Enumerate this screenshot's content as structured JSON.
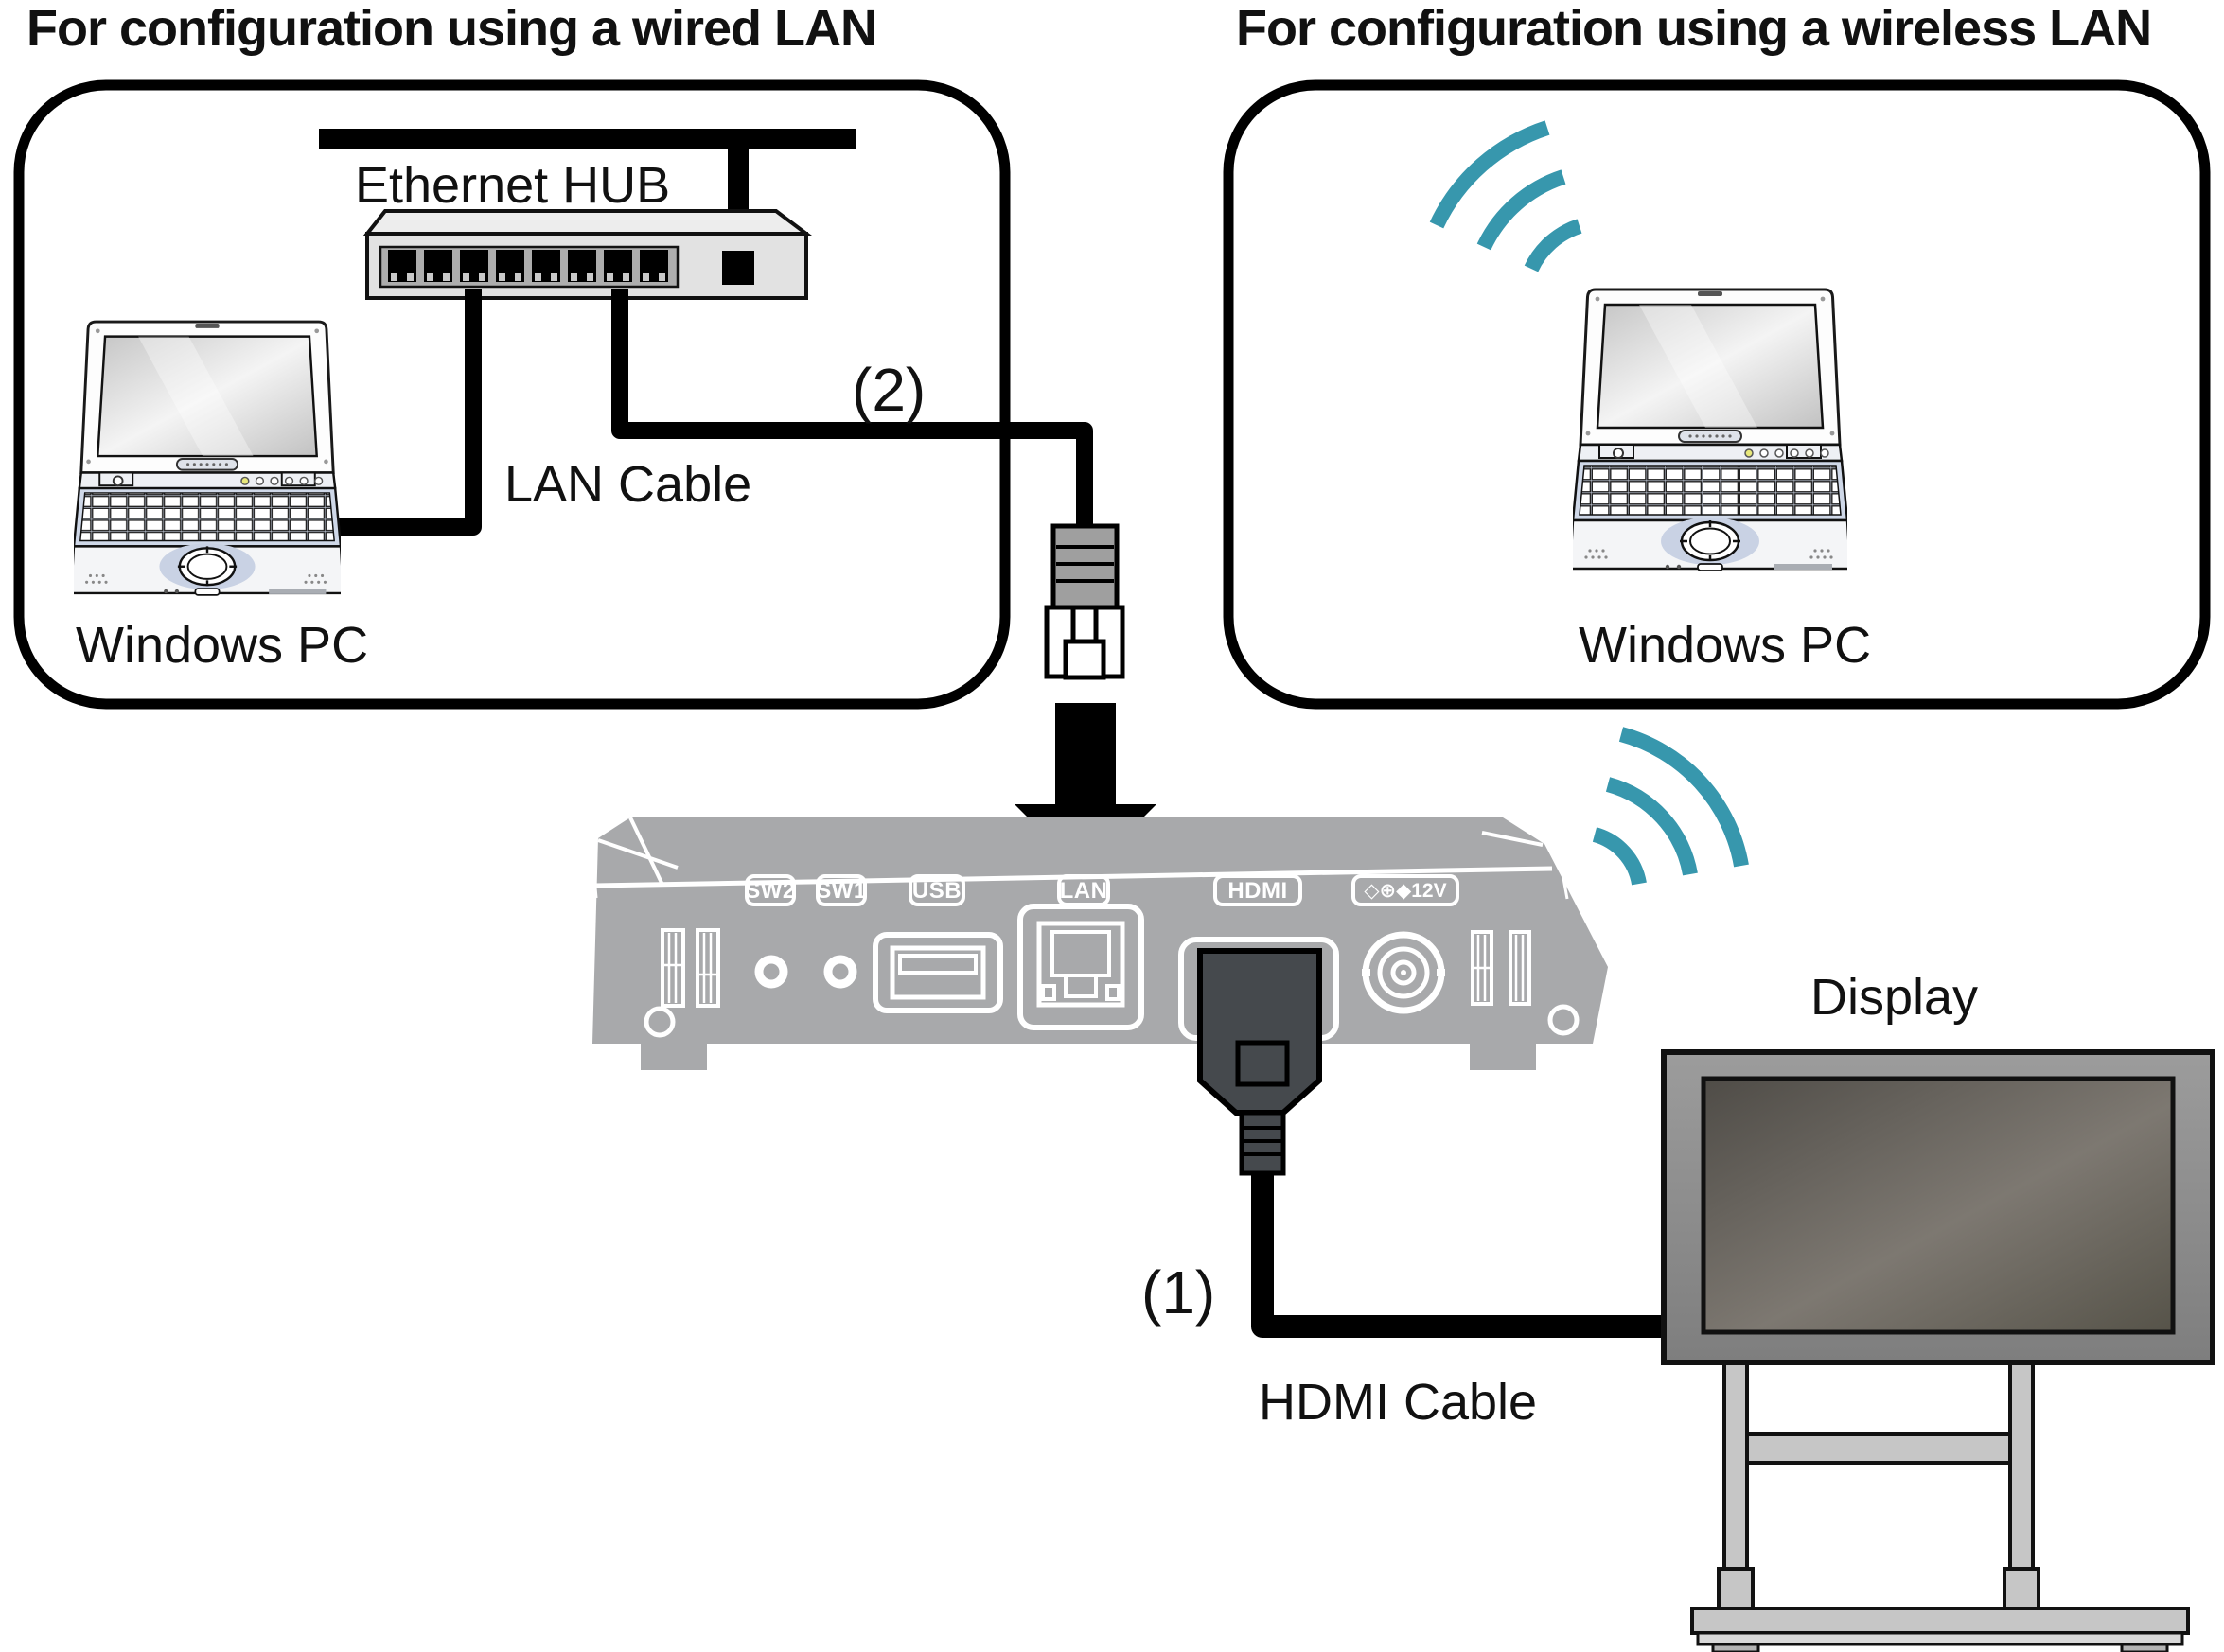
{
  "titles": {
    "wired": "For configuration using a wired LAN",
    "wireless": "For configuration using a wireless LAN"
  },
  "labels": {
    "ethernet_hub": "Ethernet HUB",
    "lan_cable": "LAN Cable",
    "windows_pc_wired": "Windows PC",
    "windows_pc_wireless": "Windows PC",
    "step2": "(2)",
    "step1": "(1)",
    "hdmi_cable": "HDMI Cable",
    "display": "Display"
  },
  "device_ports": {
    "sw2": "SW2",
    "sw1": "SW1",
    "usb": "USB",
    "lan": "LAN",
    "hdmi": "HDMI",
    "power": "◇⊕◆12V"
  },
  "colors": {
    "wifi_teal": "#3797ad",
    "device_gray": "#a8a9ab",
    "cable_black": "#000000",
    "hub_gray": "#e2e2e2",
    "tv_frame_gray": "#8f8f8f",
    "stand_gray": "#c6c6c6"
  }
}
